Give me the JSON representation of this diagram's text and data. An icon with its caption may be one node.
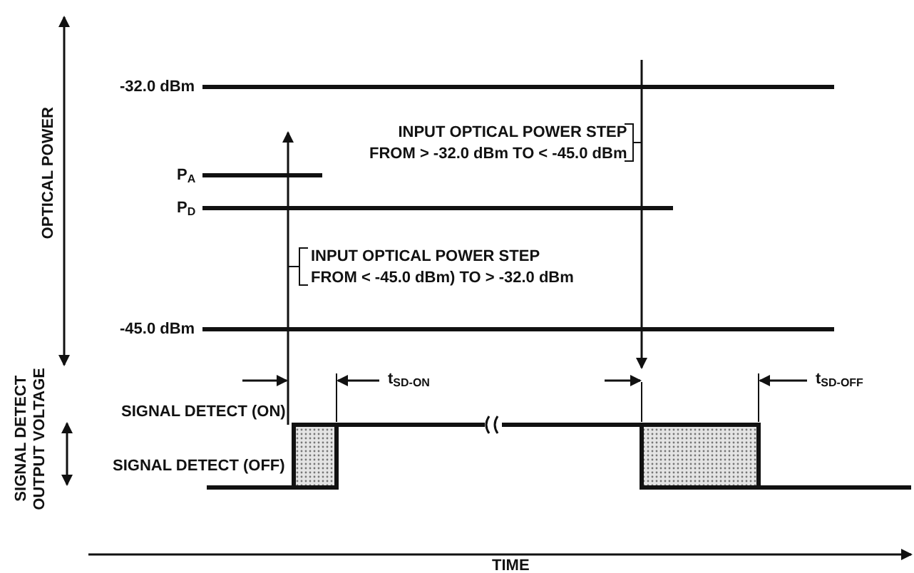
{
  "diagram": {
    "labels": [
      "OPTICAL POWER",
      "-32.0 dBm",
      "INPUT OPTICAL POWER STEP FROM > -32.0 dBm TO < -45.0 dBm",
      "P$_{A}$",
      "P$_{D}$",
      "INPUT OPTICAL POWER STEP FROM < -45.0 dBm) TO > -32.0 dBm",
      "-45.0 dBm",
      "SIGNAL DETECT OUTPUT VOLTAGE",
      "t$_{SD-ON}$",
      "t$_{SD-OFF}$",
      "SIGNAL DETECT (ON)",
      "SIGNAL DETECT (OFF)",
      "TIME"
    ]
  }
}
